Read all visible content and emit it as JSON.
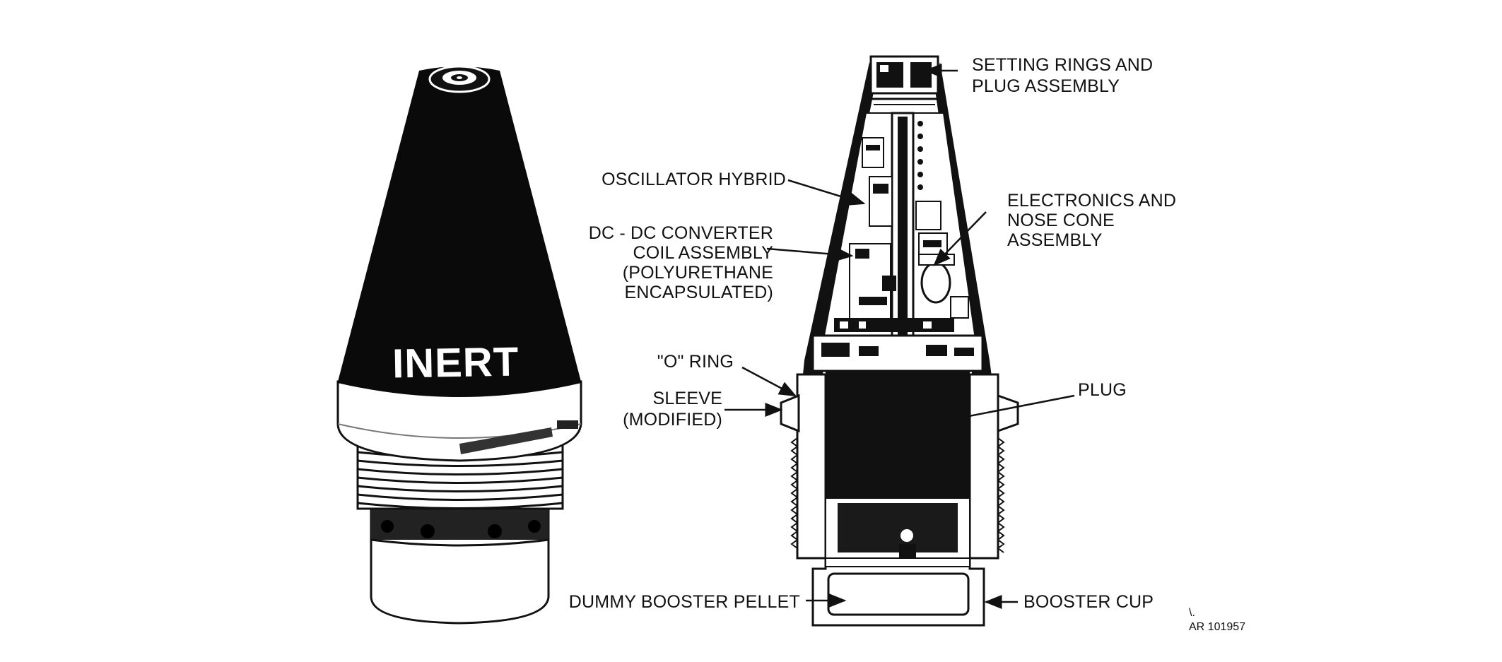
{
  "figure": {
    "left_view": {
      "marking": "INERT"
    },
    "labels": {
      "setting_rings": [
        "SETTING RINGS AND",
        "PLUG ASSEMBLY"
      ],
      "oscillator": "OSCILLATOR HYBRID",
      "dcdc": [
        "DC - DC  CONVERTER",
        "COIL ASSEMBLY",
        "(POLYURETHANE",
        "ENCAPSULATED)"
      ],
      "electronics": [
        "ELECTRONICS AND",
        "NOSE CONE",
        "ASSEMBLY"
      ],
      "oring": "\"O\" RING",
      "sleeve": [
        "SLEEVE",
        "(MODIFIED)"
      ],
      "plug": "PLUG",
      "dummy_booster": "DUMMY BOOSTER PELLET",
      "booster_cup": "BOOSTER CUP"
    },
    "figure_code": [
      "\\.",
      "AR 101957"
    ]
  },
  "colors": {
    "ink": "#111111",
    "paper": "#ffffff",
    "mid_gray": "#444444"
  }
}
